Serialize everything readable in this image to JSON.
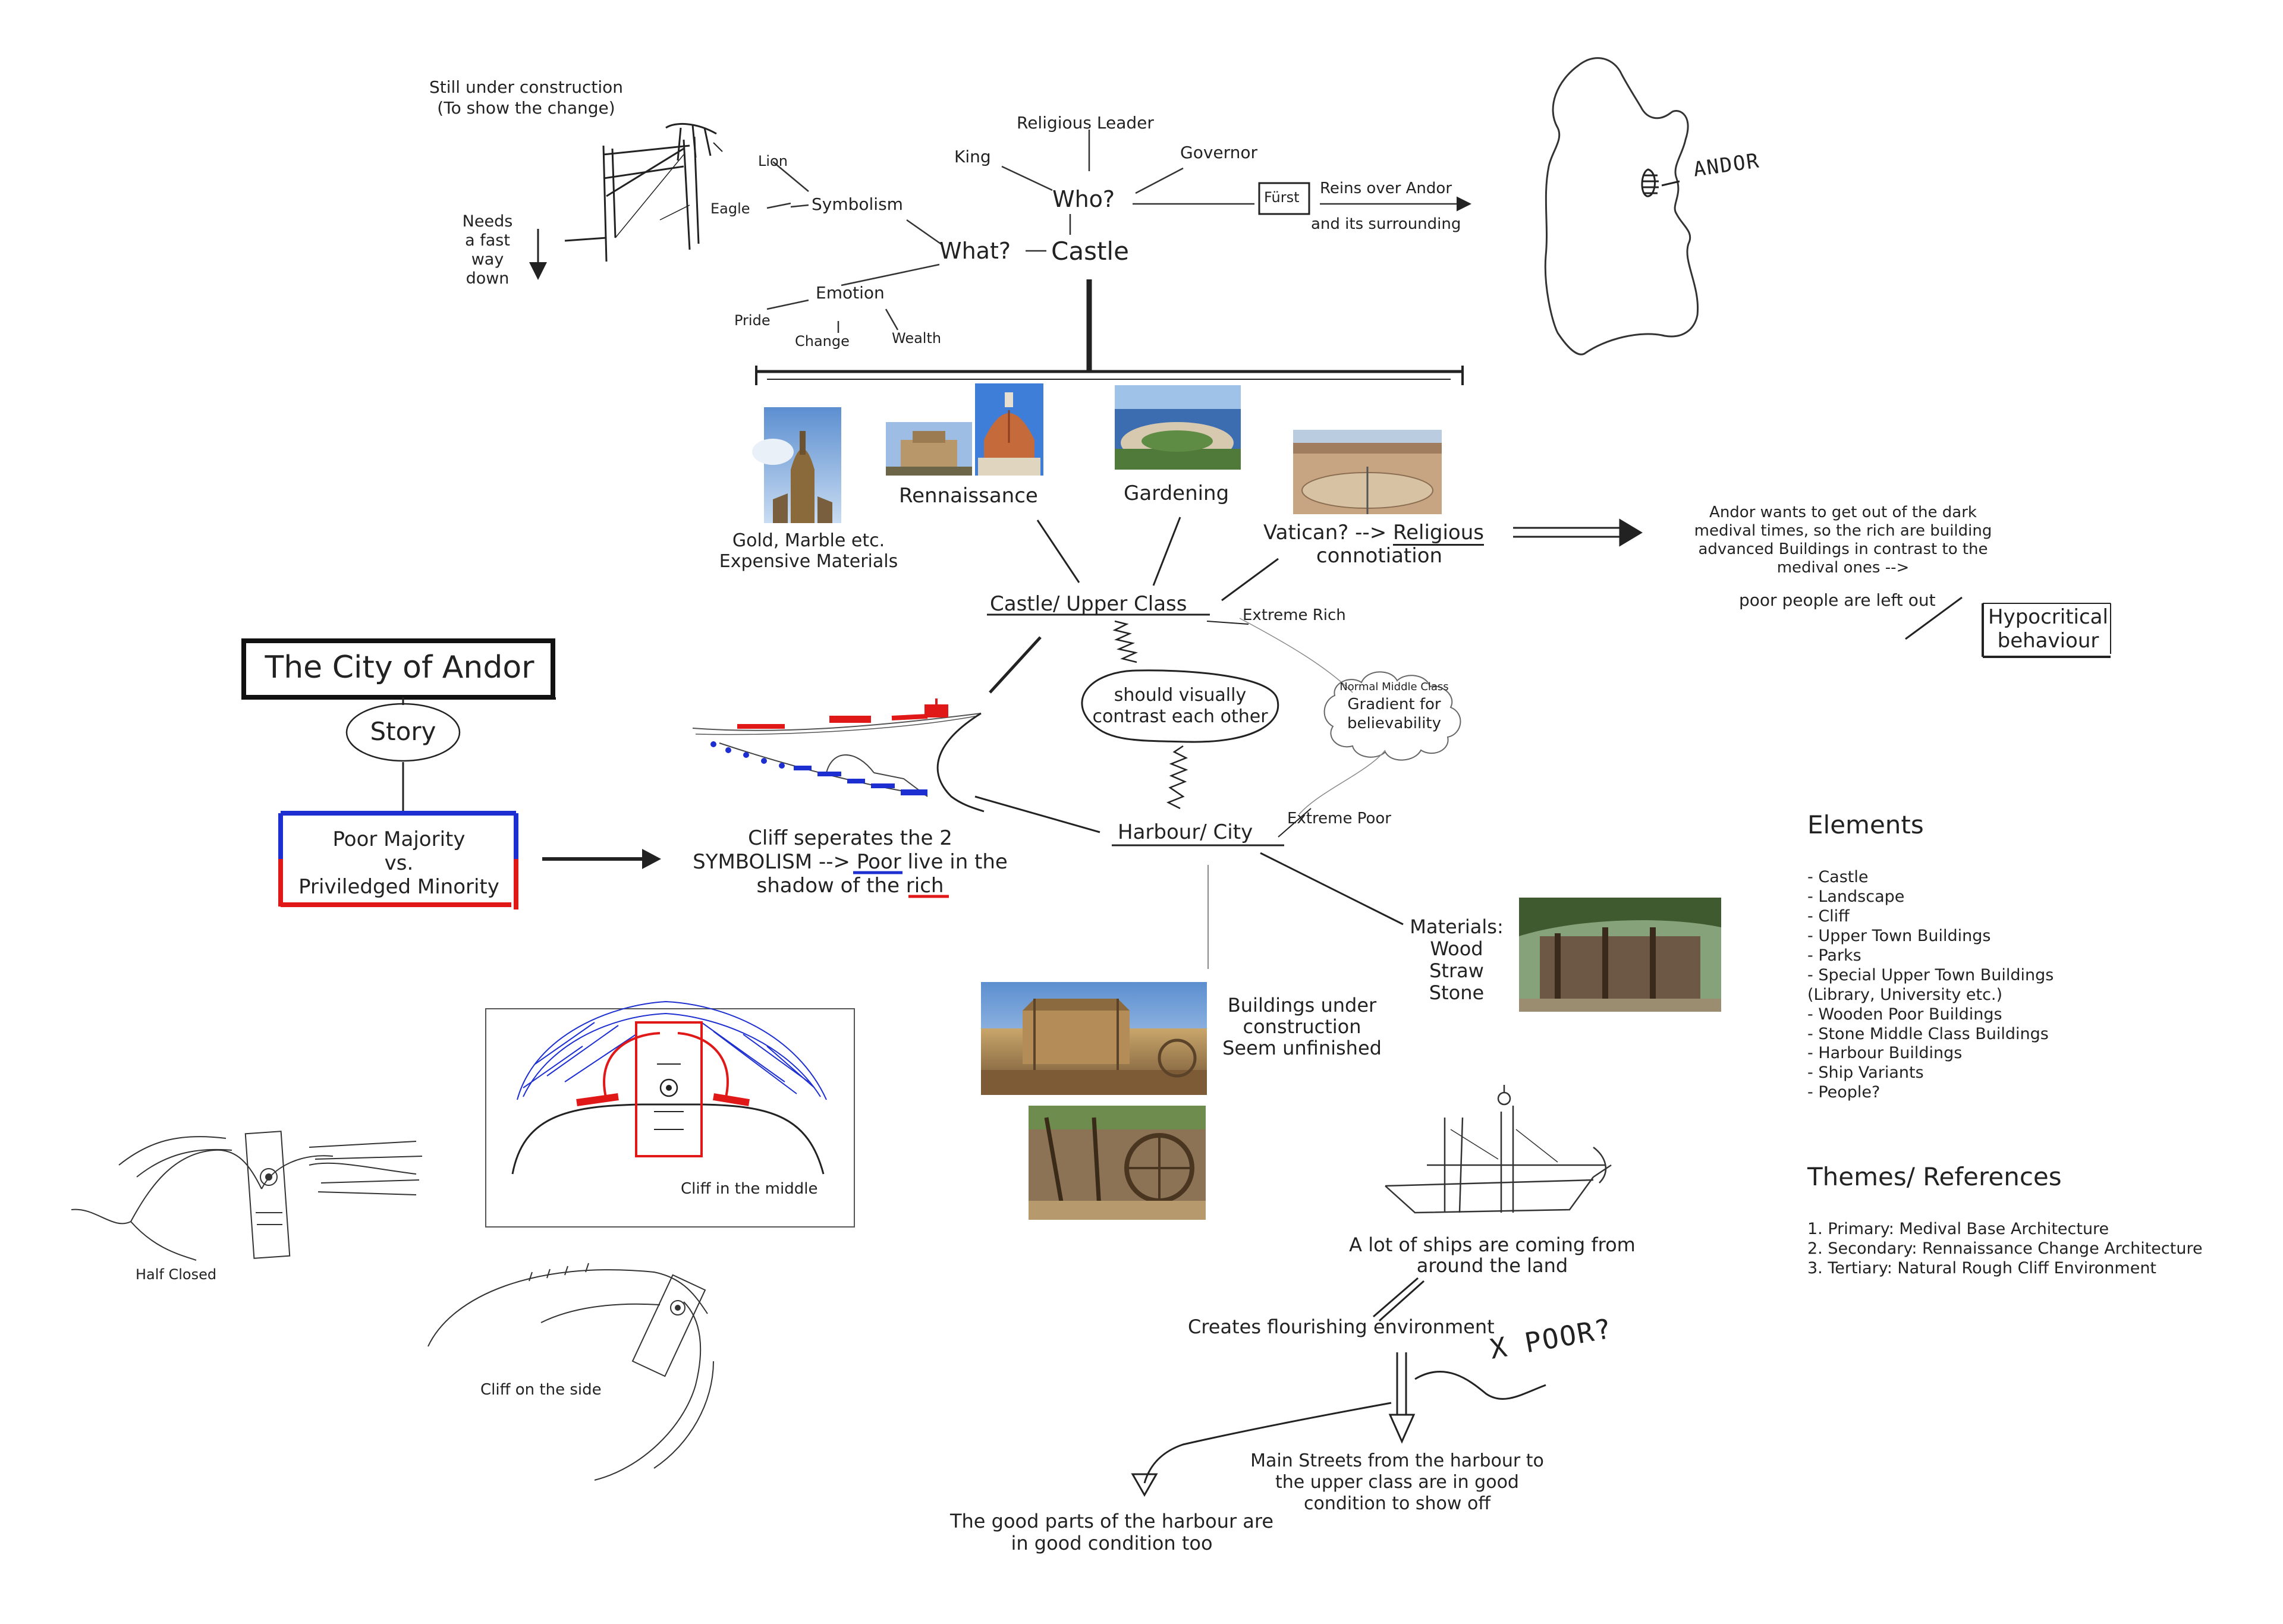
{
  "castle_map": {
    "center": "Castle",
    "who": "Who?",
    "what": "What?",
    "who_items": [
      "Religious Leader",
      "King",
      "Governor"
    ],
    "ruler_box": "Fürst",
    "ruler_desc_1": "Reins over Andor",
    "ruler_desc_2": "and its surrounding",
    "symbolism": "Symbolism",
    "symbolism_items": [
      "Lion",
      "Eagle"
    ],
    "emotion": "Emotion",
    "emotion_items": [
      "Pride",
      "Change",
      "Wealth"
    ]
  },
  "construction_note": {
    "line1": "Still under construction",
    "line2": "(To show the change)"
  },
  "fast_way_note": [
    "Needs",
    "a fast",
    "way",
    "down"
  ],
  "map_label": "ANDOR",
  "upper_class": {
    "title": "Castle/ Upper Class",
    "gold_caption_1": "Gold, Marble etc.",
    "gold_caption_2": "Expensive Materials",
    "renaissance": "Rennaissance",
    "gardening": "Gardening",
    "vatican_prefix": "Vatican? --> ",
    "vatican_religious": "Religious",
    "vatican_line2": "connotiation",
    "extreme_rich": "Extreme Rich"
  },
  "andor_note": {
    "lines": [
      "Andor wants to get out of the dark",
      "medival times, so the rich are building",
      "advanced Buildings in contrast to the",
      "medival ones -->"
    ],
    "poor_left": "poor people are  left out",
    "hypocritical_1": "Hypocritical",
    "hypocritical_2": "behaviour"
  },
  "story": {
    "title": "The City of Andor",
    "story_label": "Story",
    "poor_1": "Poor Majority",
    "poor_2": "vs.",
    "poor_3": "Priviledged Minority"
  },
  "cliff_note": {
    "line1": "Cliff seperates the 2",
    "line2_prefix": "SYMBOLISM --> ",
    "line2_poor": "Poor",
    "line2_suffix": " live in the",
    "line3_prefix": "shadow of the ",
    "line3_rich": "rich"
  },
  "contrast_bubble": {
    "line1": "should visually",
    "line2": "contrast each other"
  },
  "middle_class_cloud": {
    "line1": "Normal Middle Class",
    "line2": "Gradient for",
    "line3": "believability"
  },
  "harbour": {
    "title": "Harbour/ City",
    "extreme_poor": "Extreme Poor",
    "materials": [
      "Materials:",
      "Wood",
      "Straw",
      "Stone"
    ],
    "construction": [
      "Buildings under",
      "construction",
      "Seem unfinished"
    ]
  },
  "ships_note": {
    "line1": "A lot of ships are coming from",
    "line2": "around the land"
  },
  "flourishing": "Creates flourishing environment",
  "poor_question": "X  POOR?",
  "main_streets": [
    "Main Streets from the harbour to",
    "the upper class are in good",
    "condition to show off"
  ],
  "good_parts": [
    "The good parts of the harbour are",
    "in good condition too"
  ],
  "sketch_labels": {
    "middle": "Cliff in the middle",
    "half": "Half Closed",
    "side": "Cliff on the side"
  },
  "elements": {
    "title": "Elements",
    "items": [
      "- Castle",
      "- Landscape",
      "- Cliff",
      "- Upper Town Buildings",
      "- Parks",
      "- Special Upper Town Buildings",
      "(Library, University etc.)",
      "- Wooden Poor Buildings",
      "- Stone Middle Class Buildings",
      "- Harbour Buildings",
      "- Ship Variants",
      "- People?"
    ]
  },
  "themes": {
    "title": "Themes/ References",
    "items": [
      "1. Primary: Medival Base Architecture",
      "2. Secondary: Rennaissance Change Architecture",
      "3. Tertiary: Natural Rough Cliff Environment"
    ]
  },
  "colors": {
    "poor_blue": "#1d2fd1",
    "rich_red": "#e01818",
    "ink": "#222222",
    "sky": "#8bb6e6"
  },
  "icons": [
    "arrow-right-icon",
    "double-arrow-icon",
    "squiggle-icon",
    "thought-bubble-icon",
    "cloud-icon"
  ]
}
